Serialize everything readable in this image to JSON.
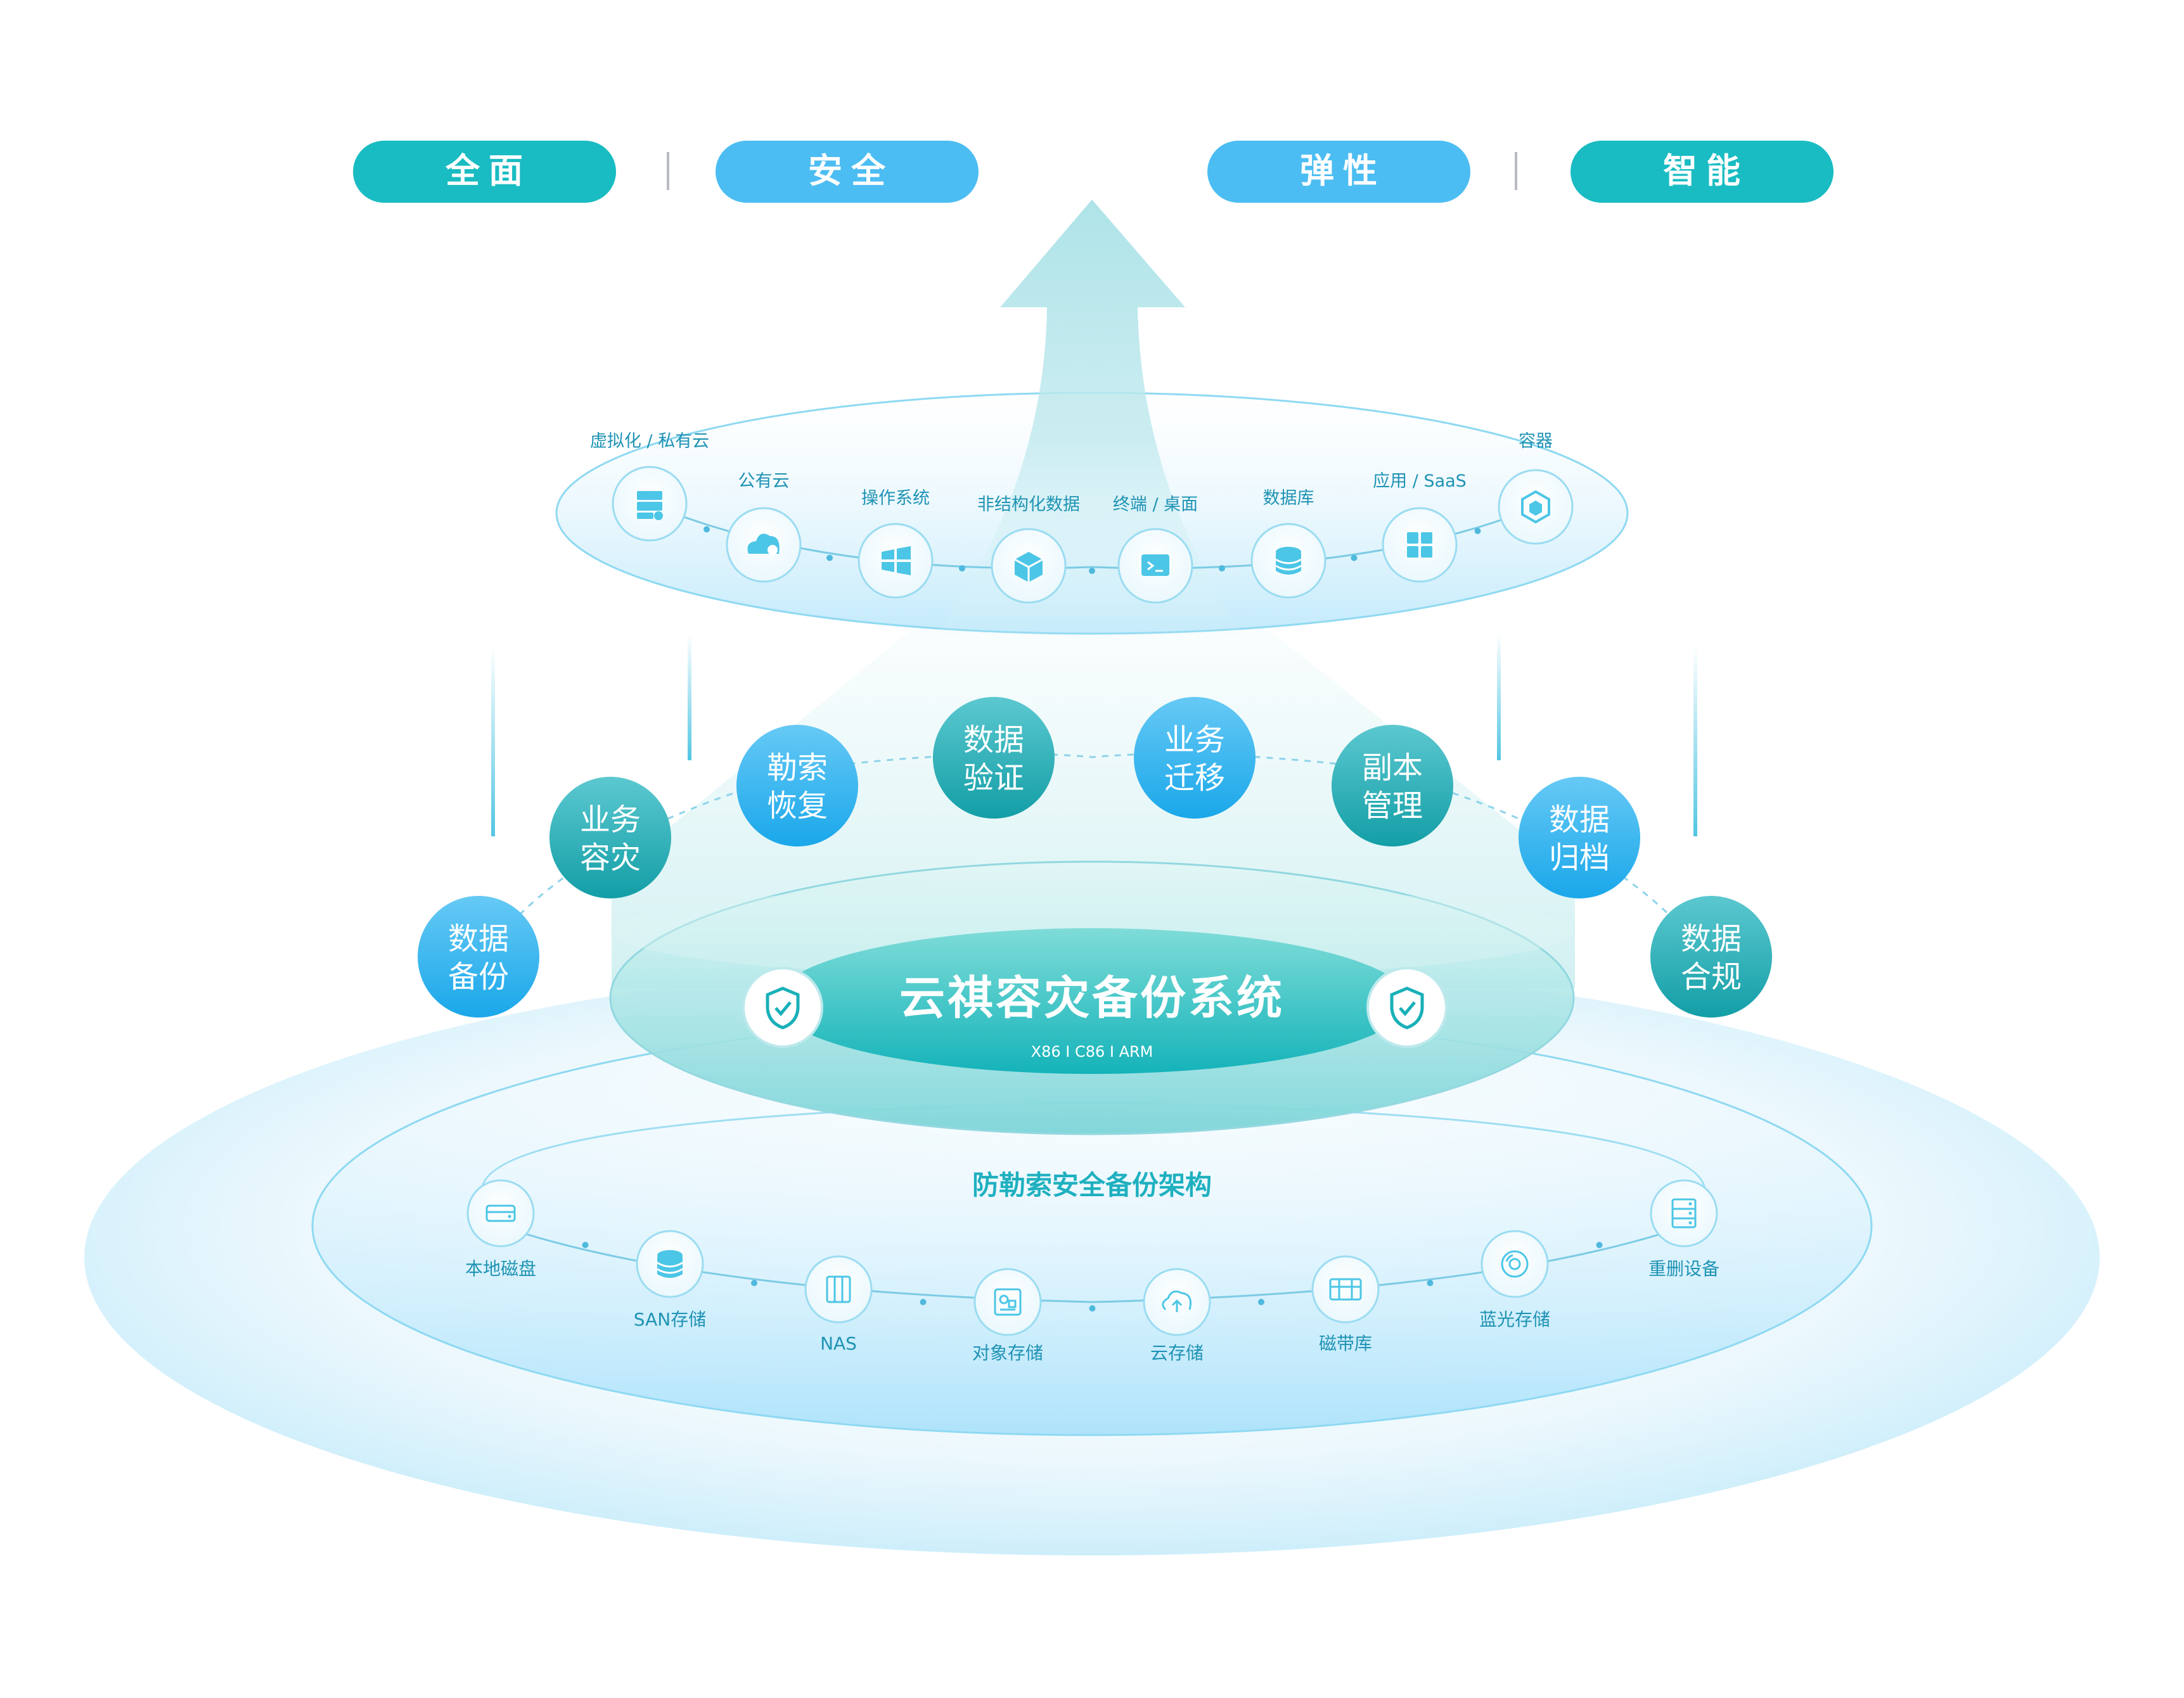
{
  "top_pills": [
    {
      "label": "全面",
      "color": "#19bcc2"
    },
    {
      "label": "安全",
      "color": "#4cbdf2"
    },
    {
      "label": "弹性",
      "color": "#4cbdf2"
    },
    {
      "label": "智能",
      "color": "#19bcc2"
    }
  ],
  "top_ring": {
    "items": [
      {
        "label": "虚拟化 / 私有云",
        "icon": "server-stack-icon"
      },
      {
        "label": "公有云",
        "icon": "cloud-icon"
      },
      {
        "label": "操作系统",
        "icon": "windows-icon"
      },
      {
        "label": "非结构化数据",
        "icon": "cube-icon"
      },
      {
        "label": "终端 / 桌面",
        "icon": "terminal-icon"
      },
      {
        "label": "数据库",
        "icon": "database-icon"
      },
      {
        "label": "应用 / SaaS",
        "icon": "app-grid-icon"
      },
      {
        "label": "容器",
        "icon": "container-icon"
      }
    ]
  },
  "function_nodes": [
    {
      "label_1": "数据",
      "label_2": "备份",
      "color": "blue"
    },
    {
      "label_1": "业务",
      "label_2": "容灾",
      "color": "teal"
    },
    {
      "label_1": "勒索",
      "label_2": "恢复",
      "color": "blue"
    },
    {
      "label_1": "数据",
      "label_2": "验证",
      "color": "teal"
    },
    {
      "label_1": "业务",
      "label_2": "迁移",
      "color": "blue"
    },
    {
      "label_1": "副本",
      "label_2": "管理",
      "color": "teal"
    },
    {
      "label_1": "数据",
      "label_2": "归档",
      "color": "blue"
    },
    {
      "label_1": "数据",
      "label_2": "合规",
      "color": "teal"
    }
  ],
  "core": {
    "title": "云祺容灾备份系统",
    "subtitle": "X86 I C86 I ARM",
    "shield_icon": "shield-check-icon"
  },
  "base": {
    "title": "防勒索安全备份架构",
    "items": [
      {
        "label": "本地磁盘",
        "icon": "disk-drive-icon"
      },
      {
        "label": "SAN存储",
        "icon": "database-icon"
      },
      {
        "label": "NAS",
        "icon": "nas-icon"
      },
      {
        "label": "对象存储",
        "icon": "object-storage-icon"
      },
      {
        "label": "云存储",
        "icon": "cloud-upload-icon"
      },
      {
        "label": "磁带库",
        "icon": "tape-library-icon"
      },
      {
        "label": "蓝光存储",
        "icon": "optical-disc-icon"
      },
      {
        "label": "重删设备",
        "icon": "dedup-device-icon"
      }
    ]
  },
  "colors": {
    "teal": "#19bcc2",
    "blue": "#4cbdf2",
    "label_text": "#1f93b4",
    "icon": "#4cc6e6"
  }
}
